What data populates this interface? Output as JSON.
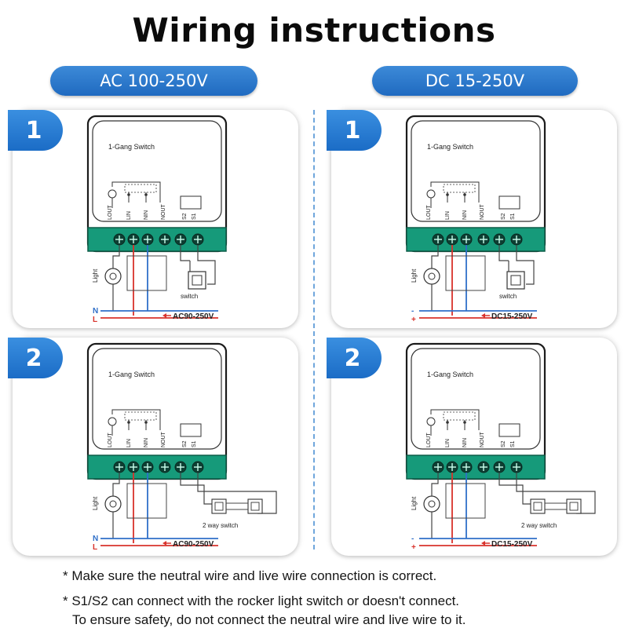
{
  "title": "Wiring instructions",
  "sections": [
    {
      "label": "AC 100-250V"
    },
    {
      "label": "DC 15-250V"
    }
  ],
  "panels": [
    {
      "step": "1",
      "device": "1-Gang Switch",
      "switch_label": "switch",
      "line_top": "N",
      "line_bottom": "L",
      "supply": "AC90-250V"
    },
    {
      "step": "1",
      "device": "1-Gang Switch",
      "switch_label": "switch",
      "line_top": "-",
      "line_bottom": "+",
      "supply": "DC15-250V"
    },
    {
      "step": "2",
      "device": "1-Gang Switch",
      "switch_label": "2 way switch",
      "line_top": "N",
      "line_bottom": "L",
      "supply": "AC90-250V"
    },
    {
      "step": "2",
      "device": "1-Gang Switch",
      "switch_label": "2 way switch",
      "line_top": "-",
      "line_bottom": "+",
      "supply": "DC15-250V"
    }
  ],
  "terminal_labels": {
    "lout": "LOUT",
    "lin": "LIN",
    "nin": "NIN",
    "nout": "NOUT",
    "s2": "S2",
    "s1": "S1",
    "light": "Light"
  },
  "notes": [
    "* Make sure the neutral wire and live wire connection is correct.",
    "* S1/S2 can connect with the rocker light switch or doesn't connect.",
    "To ensure safety, do not connect the neutral wire and live wire to it."
  ],
  "colors": {
    "accent": "#1f6ac0",
    "terminal_block": "#169a7a",
    "neutral_wire": "#2f6fc8",
    "live_wire": "#d8322b",
    "divider": "#6fa6dc"
  }
}
